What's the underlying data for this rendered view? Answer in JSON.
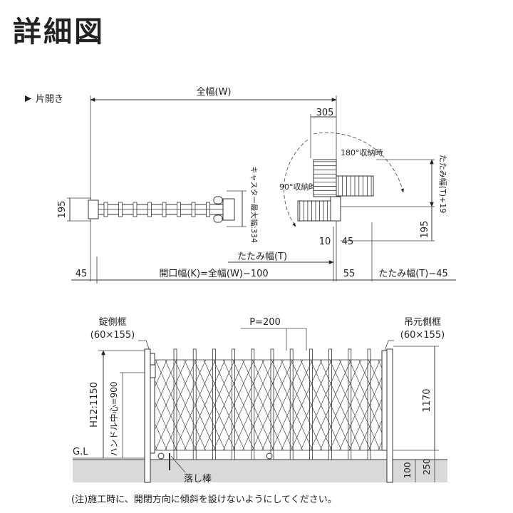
{
  "title": "詳細図",
  "top_view": {
    "mode_label": "片開き",
    "overall_width": "全幅(W)",
    "dim_305": "305",
    "label_180": "180°収納時",
    "label_90": "90°収納時",
    "dim_195_left": "195",
    "dim_195_right": "195",
    "caster_max": "キャスター最大幅:334",
    "fold_width_plus": "たたみ幅(T)+19",
    "dim_10": "10",
    "dim_45_a": "45",
    "fold_width": "たたみ幅(T)",
    "dim_45_left": "45",
    "opening_width": "開口幅(K)=全幅(W)−100",
    "dim_55": "55",
    "fold_minus": "たたみ幅(T)−45"
  },
  "front_view": {
    "lock_frame": "錠側框",
    "lock_frame_size": "(60×155)",
    "pitch": "P=200",
    "hinge_frame": "吊元側框",
    "hinge_frame_size": "(60×155)",
    "height_h12": "H12:1150",
    "handle_center": "ハンドル中心=900",
    "dim_1170": "1170",
    "ground_label": "G.L",
    "drop_rod": "落し棒",
    "dim_100": "100",
    "dim_250": "250"
  },
  "note": "(注)施工時に、開閉方向に傾斜を設けないようにしてください。",
  "colors": {
    "ground": "#d9d9d9",
    "line": "#333333"
  }
}
